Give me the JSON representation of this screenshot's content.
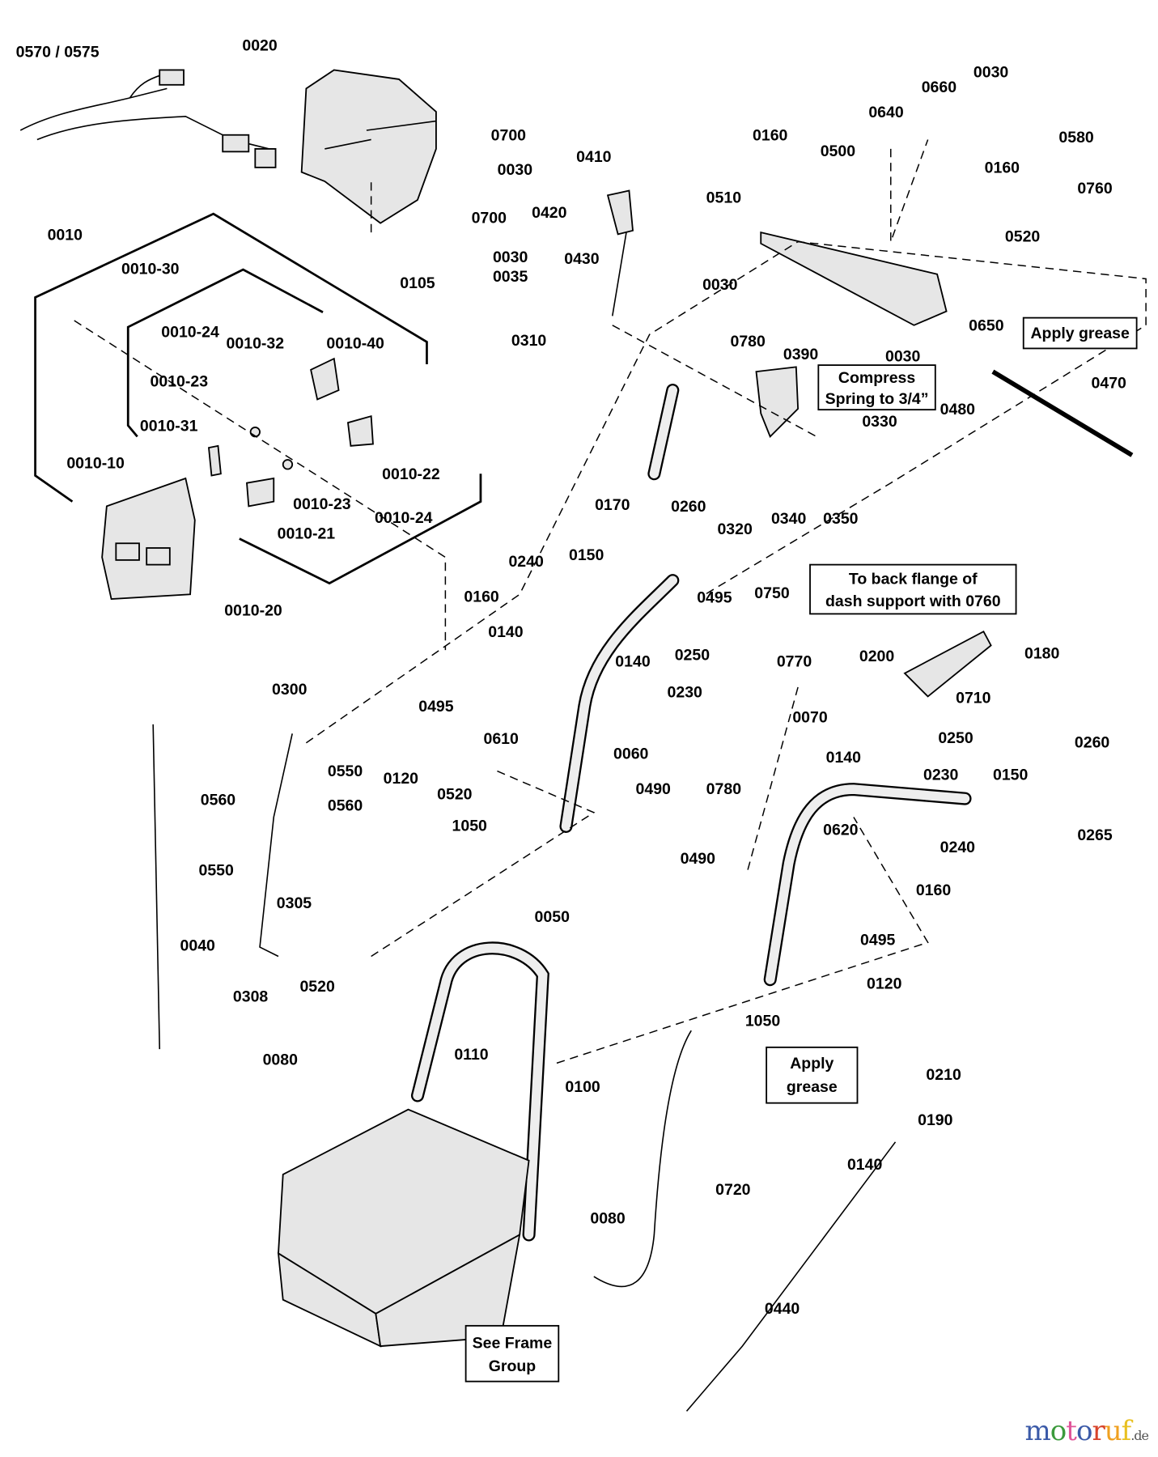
{
  "diagram": {
    "labels": [
      "0570 / 0575",
      "0020",
      "0700",
      "0030",
      "0700",
      "0030",
      "0035",
      "0105",
      "0010",
      "0010-30",
      "0010-24",
      "0010-32",
      "0010-40",
      "0010-23",
      "0010-31",
      "0010-10",
      "0010-22",
      "0010-23",
      "0010-24",
      "0010-21",
      "0010-20",
      "0410",
      "0420",
      "0430",
      "0310",
      "0160",
      "0500",
      "0640",
      "0660",
      "0030",
      "0580",
      "0510",
      "0160",
      "0760",
      "0520",
      "0030",
      "0780",
      "0390",
      "0650",
      "0030",
      "0480",
      "0470",
      "0330",
      "0170",
      "0260",
      "0320",
      "0340",
      "0350",
      "0240",
      "0150",
      "0160",
      "0495",
      "0750",
      "0140",
      "0250",
      "0140",
      "0230",
      "0180",
      "0200",
      "0770",
      "0710",
      "0495",
      "0300",
      "0070",
      "0610",
      "0060",
      "0250",
      "0260",
      "0140",
      "0230",
      "0150",
      "0120",
      "0490",
      "0780",
      "0550",
      "0560",
      "0560",
      "0520",
      "1050",
      "0620",
      "0240",
      "0265",
      "0490",
      "0550",
      "0305",
      "0160",
      "0050",
      "0040",
      "0495",
      "0520",
      "0308",
      "0120",
      "1050",
      "0110",
      "0080",
      "0210",
      "0100",
      "0190",
      "0140",
      "0720",
      "0080",
      "0440"
    ],
    "notes": {
      "apply_grease_top": "Apply grease",
      "compress_line1": "Compress",
      "compress_line2": "Spring to 3/4”",
      "flange_line1": "To back flange of",
      "flange_line2": "dash support with 0760",
      "apply_grease_bottom_line1": "Apply",
      "apply_grease_bottom_line2": "grease",
      "frame_line1": "See Frame",
      "frame_line2": "Group"
    }
  },
  "watermark": {
    "brand": "motoruf",
    "tld": ".de",
    "colors": [
      "#3b5aa8",
      "#3b9a3b",
      "#e0559a",
      "#3b5aa8",
      "#d8432a",
      "#f0a020",
      "#e8c020"
    ]
  }
}
